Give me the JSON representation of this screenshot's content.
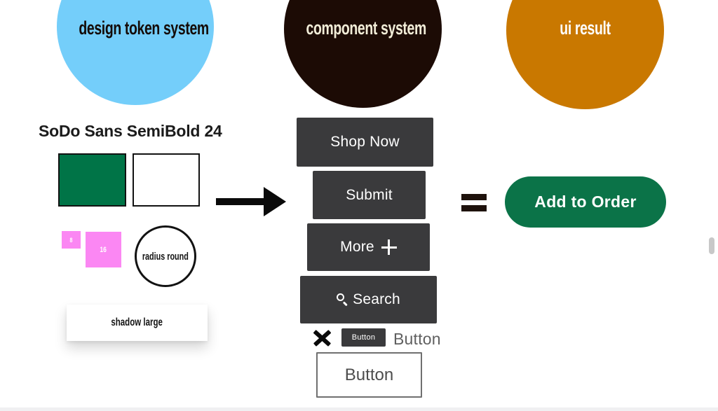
{
  "colors": {
    "token_circle_bg": "#74CEFA",
    "component_circle_bg": "#1C0B05",
    "result_circle_bg": "#C97800",
    "brand_green": "#007447",
    "pill_green": "#0B7348",
    "spacing_pink": "#FB87F3",
    "dark_button_gray": "#3A3A3C"
  },
  "diagram": {
    "token_circle_label": "design token system",
    "component_circle_label": "component system",
    "result_circle_label": "ui result"
  },
  "design_tokens": {
    "typography_label": "SoDo Sans SemiBold 24",
    "spacing_small_label": "8",
    "spacing_large_label": "16",
    "radius_label": "radius round",
    "shadow_label": "shadow large"
  },
  "components": {
    "shop_now_label": "Shop Now",
    "submit_label": "Submit",
    "more_label": "More",
    "search_label": "Search",
    "chip_button_label": "Button",
    "plain_button_label": "Button",
    "outline_button_label": "Button"
  },
  "result": {
    "add_to_order_label": "Add to Order"
  }
}
